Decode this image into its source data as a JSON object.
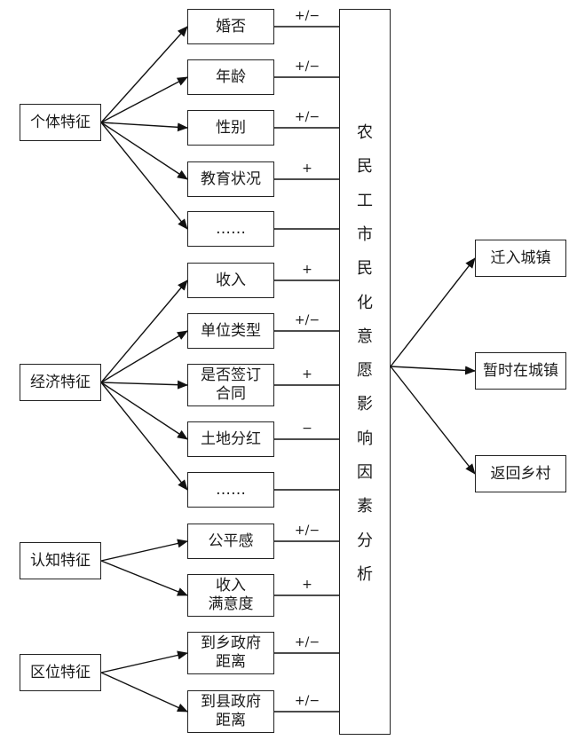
{
  "categories": [
    {
      "label": "个体特征",
      "factors": [
        {
          "label": "婚否",
          "sign": "+/−"
        },
        {
          "label": "年龄",
          "sign": "+/−"
        },
        {
          "label": "性别",
          "sign": "+/−"
        },
        {
          "label": "教育状况",
          "sign": "+"
        },
        {
          "label": "……",
          "sign": ""
        }
      ]
    },
    {
      "label": "经济特征",
      "factors": [
        {
          "label": "收入",
          "sign": "+"
        },
        {
          "label": "单位类型",
          "sign": "+/−"
        },
        {
          "label": "是否签订\n合同",
          "sign": "+"
        },
        {
          "label": "土地分红",
          "sign": "−"
        },
        {
          "label": "……",
          "sign": ""
        }
      ]
    },
    {
      "label": "认知特征",
      "factors": [
        {
          "label": "公平感",
          "sign": "+/−"
        },
        {
          "label": "收入\n满意度",
          "sign": "+"
        }
      ]
    },
    {
      "label": "区位特征",
      "factors": [
        {
          "label": "到乡政府\n距离",
          "sign": "+/−"
        },
        {
          "label": "到县政府\n距离",
          "sign": "+/−"
        }
      ]
    }
  ],
  "center_label": "农民工市民化意愿影响因素分析",
  "outcomes": [
    "迁入城镇",
    "暂时在城镇",
    "返回乡村"
  ]
}
